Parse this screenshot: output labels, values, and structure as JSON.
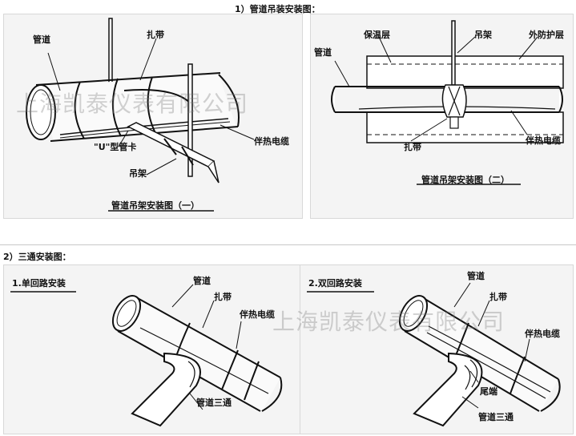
{
  "section1": {
    "heading": "1）管道吊装安装图：",
    "panel_left": {
      "labels": {
        "pipe": "管道",
        "strap": "扎带",
        "u_clamp": "\"U\"型管卡",
        "hanger": "吊架",
        "cable": "伴热电缆"
      },
      "caption": "管道吊架安装图（一）"
    },
    "panel_right": {
      "labels": {
        "pipe": "管道",
        "insulation": "保温层",
        "hanger": "吊架",
        "jacket": "外防护层",
        "strap": "扎带",
        "cable": "伴热电缆"
      },
      "caption": "管道吊架安装图（二）"
    }
  },
  "section2": {
    "heading": "2）三通安装图：",
    "panel_left": {
      "title": "1.单回路安装",
      "labels": {
        "pipe": "管道",
        "strap": "扎带",
        "cable": "伴热电缆",
        "tee": "管道三通"
      }
    },
    "panel_right": {
      "title": "2.双回路安装",
      "labels": {
        "pipe": "管道",
        "strap": "扎带",
        "cable": "伴热电缆",
        "tail": "尾端",
        "tee": "管道三通"
      }
    }
  },
  "watermark": "上海凯泰仪表有限公司"
}
